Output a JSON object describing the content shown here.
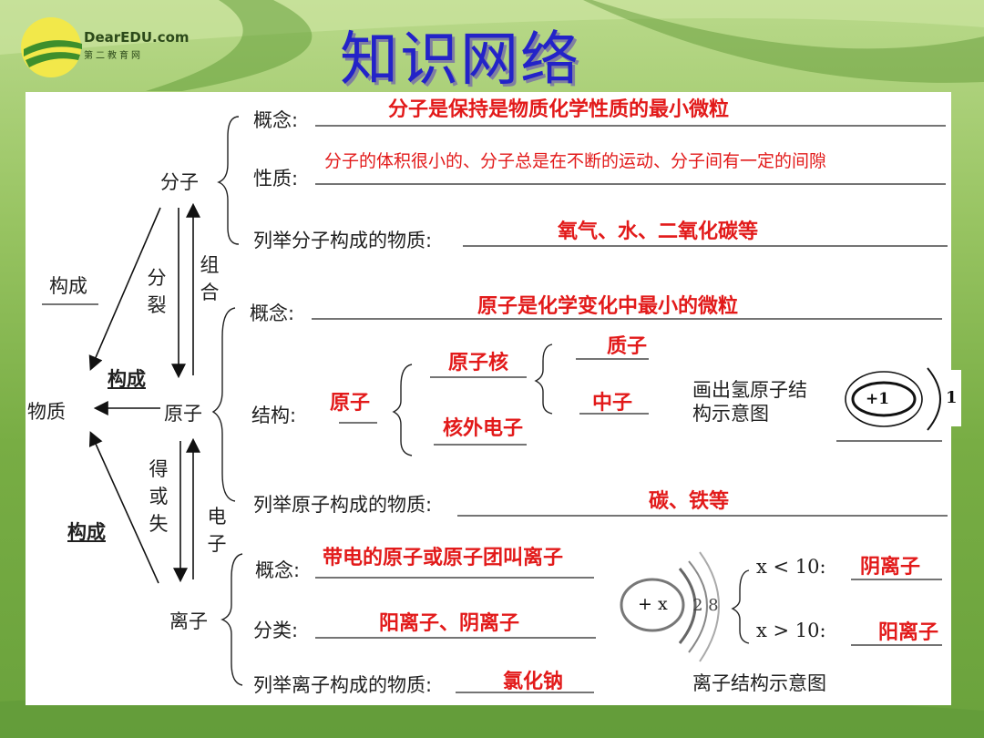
{
  "header": {
    "title": "知识网络",
    "logo_brand": "DearEDU.com",
    "logo_subtitle": "第二教育网"
  },
  "diagram": {
    "molecule": {
      "label": "分子",
      "concept_label": "概念:",
      "concept_answer": "分子是保持是物质化学性质的最小微粒",
      "property_label": "性质:",
      "property_answer": "分子的体积很小的、分子总是在不断的运动、分子间有一定的间隙",
      "examples_label": "列举分子构成的物质:",
      "examples_answer": "氧气、水、二氧化碳等"
    },
    "split_label": "分裂",
    "combine_label": "组合",
    "compose_top": "构成",
    "substance": "物质",
    "compose_mid": "构成",
    "compose_bottom": "构成",
    "gain_lose_label": "得或失",
    "electron_label": "电子",
    "atom": {
      "label": "原子",
      "concept_label": "概念:",
      "concept_answer": "原子是化学变化中最小的微粒",
      "structure_label": "结构:",
      "structure_answer": "原子",
      "nucleus": "原子核",
      "electrons": "核外电子",
      "proton": "质子",
      "neutron": "中子",
      "draw_hint_line1": "画出氢原子结",
      "draw_hint_line2": "构示意图",
      "hydrogen_nucleus": "+1",
      "hydrogen_shell": "1",
      "examples_label": "列举原子构成的物质:",
      "examples_answer": "碳、铁等"
    },
    "ion": {
      "label": "离子",
      "concept_label": "概念:",
      "concept_answer": "带电的原子或原子团叫离子",
      "class_label": "分类:",
      "class_answer": "阳离子、阴离子",
      "examples_label": "列举离子构成的物质:",
      "examples_answer": "氯化钠",
      "ion_nucleus": "+ x",
      "ion_shells": "2 8",
      "cond_less": "x < 10:",
      "cond_less_answer": "阴离子",
      "cond_greater": "x > 10:",
      "cond_greater_answer": "阳离子",
      "diagram_caption": "离子结构示意图"
    }
  },
  "colors": {
    "title": "#2323c8",
    "answer": "#e21a1a",
    "panel": "#ffffff",
    "background": "#8fbf58"
  }
}
